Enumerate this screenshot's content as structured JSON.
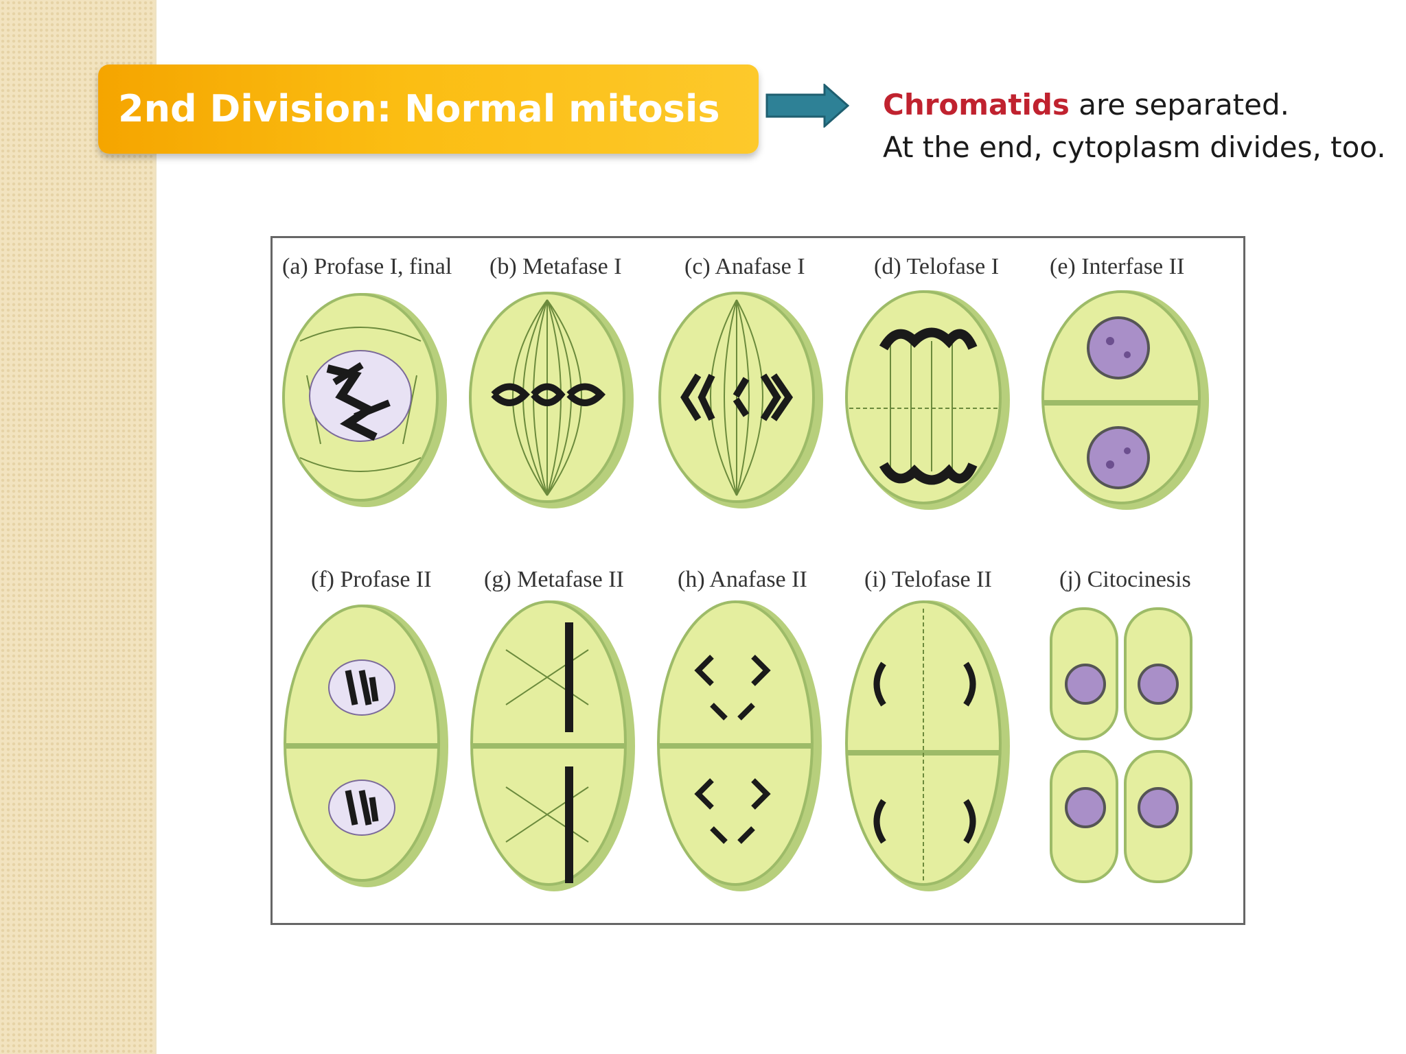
{
  "slide": {
    "title": "2nd Division: Normal mitosis",
    "note_highlight": "Chromatids",
    "note_line1_rest": " are separated.",
    "note_line2": "At the end, cytoplasm divides, too."
  },
  "figure": {
    "row1_labels": [
      "(a) Profase I, final",
      "(b) Metafase I",
      "(c) Anafase I",
      "(d) Telofase I",
      "(e) Interfase II"
    ],
    "row2_labels": [
      "(f) Profase II",
      "(g) Metafase II",
      "(h) Anafase II",
      "(i) Telofase II",
      "(j) Citocinesis"
    ]
  },
  "colors": {
    "title_box": "#f9b30c",
    "highlight": "#c0222f",
    "arrow": "#2e8196",
    "cell_fill": "#e4ee9f",
    "cell_rim": "#9dbb68"
  }
}
